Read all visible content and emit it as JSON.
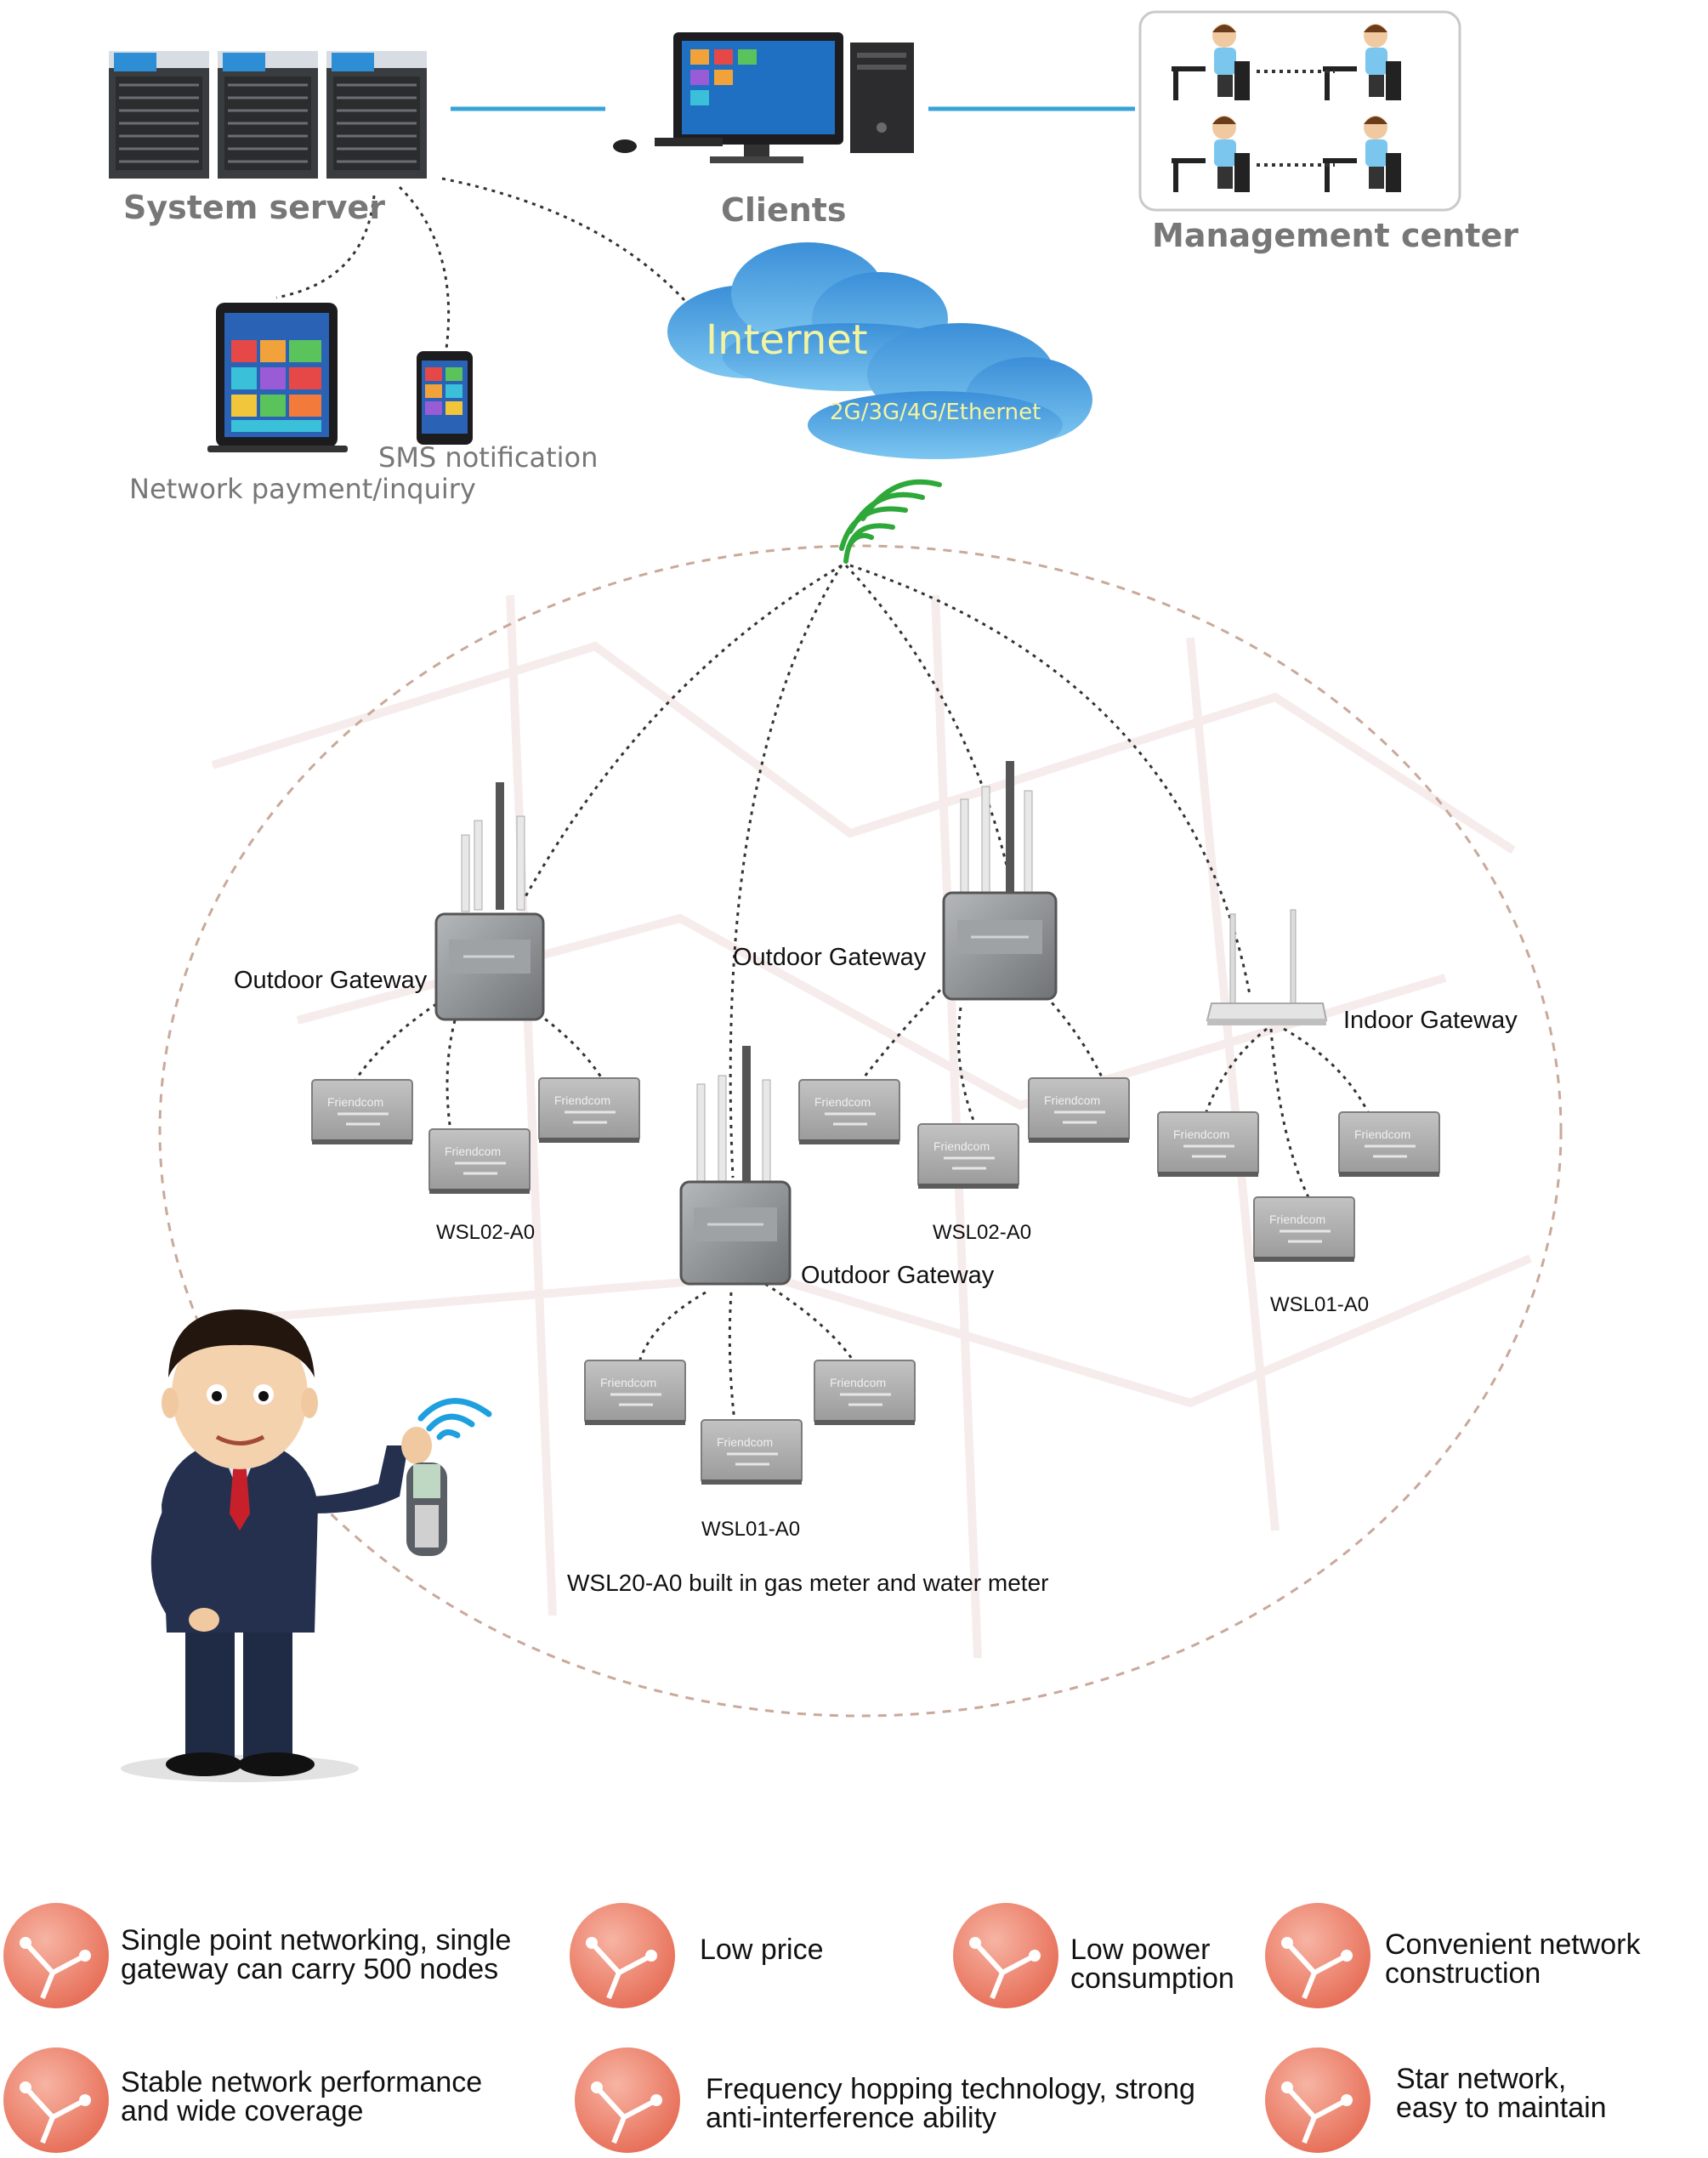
{
  "top": {
    "system_server": "System server",
    "clients": "Clients",
    "management_center": "Management center",
    "network_payment": "Network payment/inquiry",
    "sms_notification": "SMS notification",
    "internet": "Internet",
    "network_types": "2G/3G/4G/Ethernet"
  },
  "gateways": {
    "outdoor_left": "Outdoor Gateway",
    "outdoor_center": "Outdoor  Gateway",
    "outdoor_bottom": "Outdoor  Gateway",
    "indoor": "Indoor Gateway"
  },
  "modules": {
    "brand": "Friendcom",
    "group_left": "WSL02-A0",
    "group_center": "WSL02-A0",
    "group_indoor": "WSL01-A0",
    "group_bottom": "WSL01-A0",
    "caption": "WSL20-A0 built in gas meter and water meter"
  },
  "features": [
    {
      "line1": "Single point networking, single",
      "line2": "gateway can carry 500 nodes"
    },
    {
      "line1": "Low price",
      "line2": ""
    },
    {
      "line1": "Low power",
      "line2": "consumption"
    },
    {
      "line1": "Convenient network",
      "line2": "construction"
    },
    {
      "line1": "Stable network performance",
      "line2": "and wide coverage"
    },
    {
      "line1": "Frequency hopping technology, strong",
      "line2": "anti-interference ability"
    },
    {
      "line1": "Star network,",
      "line2": "easy to maintain"
    }
  ],
  "colors": {
    "link_line": "#36a3d9",
    "feature_circle": "#ec7f68",
    "cloud": "#4aa9e6",
    "module": "#a8a8a8",
    "gateway": "#8f9396"
  }
}
